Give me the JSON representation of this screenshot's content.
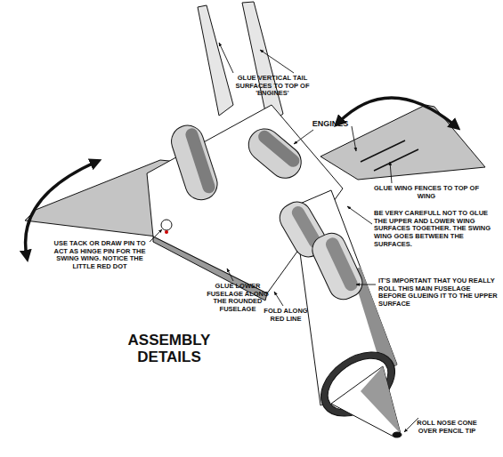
{
  "diagram": {
    "title": "ASSEMBLY DETAILS",
    "labels": [
      "GLUE VERTICAL TAIL SURFACES TO TOP OF 'ENGINES'",
      "ENGINES",
      "GLUE WING FENCES TO TOP OF WING",
      "BE VERY CAREFULL NOT TO GLUE THE UPPER AND LOWER WING SURFACES TOGETHER. THE SWING WING GOES BETWEEN THE SURFACES.",
      "IT'S IMPORTANT THAT YOU REALLY ROLL THIS MAIN FUSELAGE BEFORE GLUEING IT TO THE UPPER SURFACE",
      "USE TACK OR DRAW PIN TO ACT AS HINGE PIN FOR THE SWING WING. NOTICE THE LITTLE RED DOT",
      "GLUE LOWER FUSELAGE ALONG THE ROUNDED FUSELAGE",
      "FOLD ALONG RED LINE",
      "ROLL NOSE CONE OVER PENCIL TIP"
    ]
  }
}
